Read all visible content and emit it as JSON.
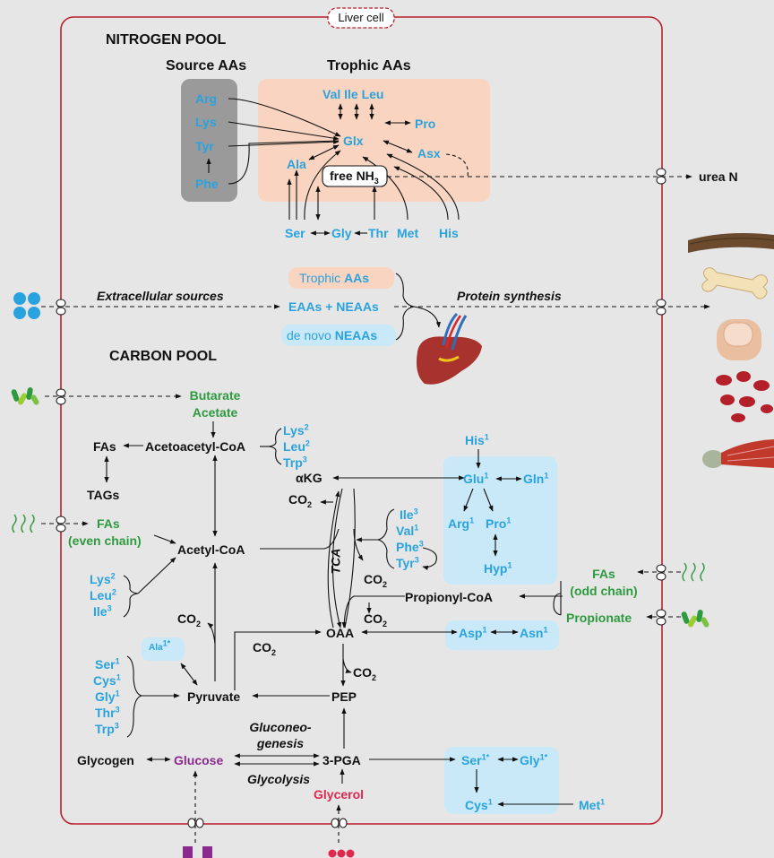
{
  "cell_label": "Liver cell",
  "headers": {
    "nitrogen_pool": "NITROGEN POOL",
    "carbon_pool": "CARBON POOL",
    "source_aas": "Source AAs",
    "trophic_aas": "Trophic AAs"
  },
  "source_aas": [
    "Arg",
    "Lys",
    "Tyr",
    "Phe"
  ],
  "trophic": {
    "bcaa": "Val Ile Leu",
    "glx": "Glx",
    "pro": "Pro",
    "asx": "Asx",
    "ala": "Ala",
    "free_nh3": "free NH",
    "free_nh3_sub": "3",
    "bottom_row": [
      "Ser",
      "Gly",
      "Thr",
      "Met",
      "His"
    ]
  },
  "urea": "urea N",
  "middle": {
    "extracellular": "Extracellular sources",
    "protein_synthesis": "Protein synthesis",
    "trophic_prefix": "Trophic ",
    "trophic_bold": "AAs",
    "eaas": "EAAs + NEAAs",
    "denovo_prefix": "de novo ",
    "denovo_bold": "NEAAs"
  },
  "carbon": {
    "butarate": "Butarate",
    "acetate": "Acetate",
    "fas": "FAs",
    "tags": "TAGs",
    "acetoacetyl": "Acetoacetyl-CoA",
    "ketogenic": [
      {
        "aa": "Lys",
        "n": "2"
      },
      {
        "aa": "Leu",
        "n": "2"
      },
      {
        "aa": "Trp",
        "n": "3"
      }
    ],
    "fas_even_1": "FAs",
    "fas_even_2": "(even chain)",
    "acetyl_coa": "Acetyl-CoA",
    "left_group": [
      {
        "aa": "Lys",
        "n": "2"
      },
      {
        "aa": "Leu",
        "n": "2"
      },
      {
        "aa": "Ile",
        "n": "3"
      }
    ],
    "akg": "αKG",
    "co2": "CO",
    "co2_sub": "2",
    "tca": "TCA",
    "tca_aas": [
      {
        "aa": "Ile",
        "n": "3"
      },
      {
        "aa": "Val",
        "n": "1"
      },
      {
        "aa": "Phe",
        "n": "3"
      },
      {
        "aa": "Tyr",
        "n": "3"
      }
    ],
    "glu_box": {
      "his": {
        "aa": "His",
        "n": "1"
      },
      "glu": {
        "aa": "Glu",
        "n": "1"
      },
      "gln": {
        "aa": "Gln",
        "n": "1"
      },
      "arg": {
        "aa": "Arg",
        "n": "1"
      },
      "pro": {
        "aa": "Pro",
        "n": "1"
      },
      "hyp": {
        "aa": "Hyp",
        "n": "1"
      }
    },
    "fas_odd_1": "FAs",
    "fas_odd_2": "(odd chain)",
    "propionyl": "Propionyl-CoA",
    "propionate": "Propionate",
    "oaa": "OAA",
    "asp": {
      "aa": "Asp",
      "n": "1"
    },
    "asn": {
      "aa": "Asn",
      "n": "1"
    },
    "ala_star": {
      "aa": "Ala",
      "n": "1*"
    },
    "pyruvate_group": [
      {
        "aa": "Ser",
        "n": "1"
      },
      {
        "aa": "Cys",
        "n": "1"
      },
      {
        "aa": "Gly",
        "n": "1"
      },
      {
        "aa": "Thr",
        "n": "3"
      },
      {
        "aa": "Trp",
        "n": "3"
      }
    ],
    "pyruvate": "Pyruvate",
    "pep": "PEP",
    "gluconeo_1": "Gluconeo-",
    "gluconeo_2": "genesis",
    "glycolysis": "Glycolysis",
    "glycogen": "Glycogen",
    "glucose": "Glucose",
    "pga": "3-PGA",
    "glycerol": "Glycerol",
    "ser_box": {
      "ser": {
        "aa": "Ser",
        "n": "1*"
      },
      "gly": {
        "aa": "Gly",
        "n": "1*"
      },
      "cys": {
        "aa": "Cys",
        "n": "1"
      },
      "met": {
        "aa": "Met",
        "n": "1"
      }
    }
  },
  "colors": {
    "membrane": "#b8202c",
    "aa_blue": "#29a3dd",
    "green": "#2e9a3e",
    "glucose": "#8b2a8e",
    "glycerol": "#e0274c",
    "trophic_box": "#f9d4c1",
    "source_box": "#9a9a9a",
    "light_blue_box": "#c9e9f8"
  },
  "icons": [
    "blue-dots-icon",
    "bacteria-icon",
    "fatty-acid-icon",
    "hair-icon",
    "bone-icon",
    "nail-icon",
    "red-blood-cells-icon",
    "muscle-icon",
    "liver-icon",
    "glucose-squares-icon",
    "glycerol-dots-icon"
  ]
}
